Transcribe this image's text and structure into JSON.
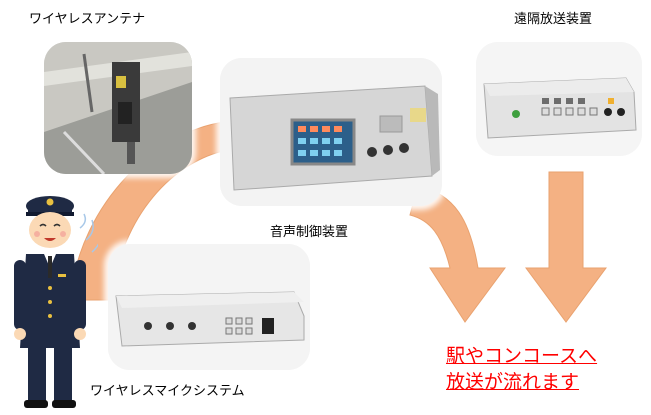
{
  "labels": {
    "antenna": "ワイヤレスアンテナ",
    "remote": "遠隔放送装置",
    "mixer": "音声制御装置",
    "mic": "ワイヤレスマイクシステム"
  },
  "message": {
    "line1": "駅やコンコースへ",
    "line2": "放送が流れます"
  },
  "colors": {
    "arrow": "#f4b183",
    "arrow_edge": "#e9a26f",
    "message": "#ff0000",
    "uniform": "#1f2a44"
  }
}
